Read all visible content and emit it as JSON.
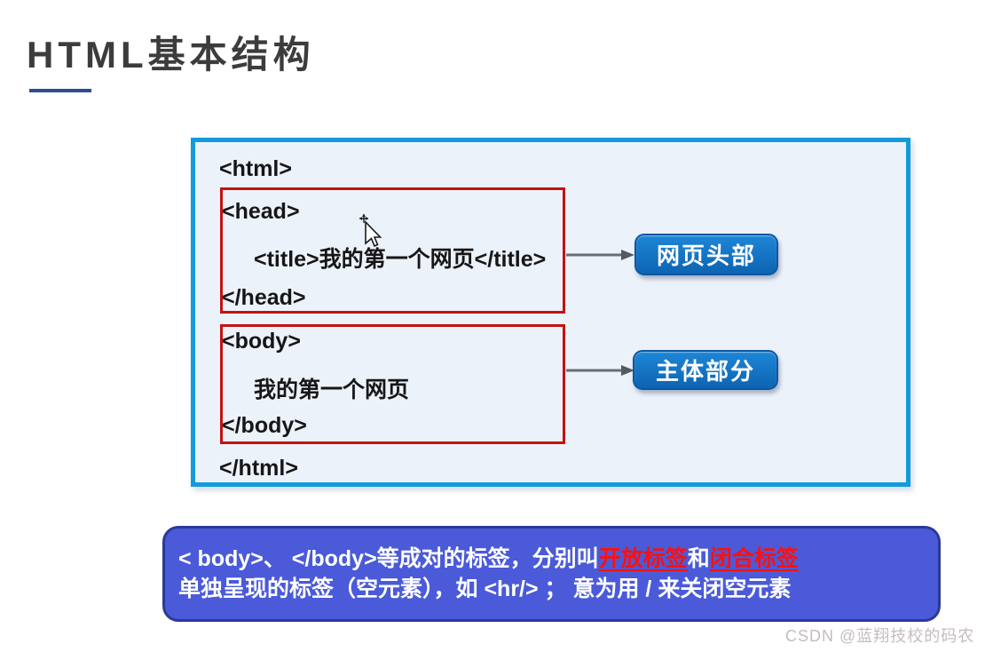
{
  "colors": {
    "accent-cyan": "#129bdc",
    "diagram-bg": "#ecf2fa",
    "red-border": "#c41111",
    "button-blue-top": "#1e86d6",
    "button-blue-bottom": "#0d64b2",
    "button-border": "#0a57a0",
    "note-bg": "#4a5ad8",
    "note-border": "#2a3a96",
    "note-red": "#ff0f0f",
    "title-underline": "#2e4c92",
    "code-text": "#161616",
    "arrow-gray": "#6b6f73"
  },
  "header": {
    "title": "HTML基本结构"
  },
  "diagram": {
    "html_open": "<html>",
    "html_close": "</html>",
    "head_block": {
      "open_tag": "<head>",
      "title_line": "<title>我的第一个网页</title>",
      "close_tag": "</head>"
    },
    "body_block": {
      "open_tag": "<body>",
      "content": "我的第一个网页",
      "close_tag": "</body>"
    },
    "labels": {
      "head": "网页头部",
      "body": "主体部分"
    }
  },
  "note": {
    "line1_part1": "< body>、 </body>等成对的标签，分别叫",
    "line1_open_term": "开放标签",
    "line1_conjunction": "和",
    "line1_close_term": "闭合标签",
    "line2": "单独呈现的标签（空元素），如 <hr/> ； 意为用 / 来关闭空元素"
  },
  "footer": {
    "watermark": "CSDN @蓝翔技校的码农"
  }
}
